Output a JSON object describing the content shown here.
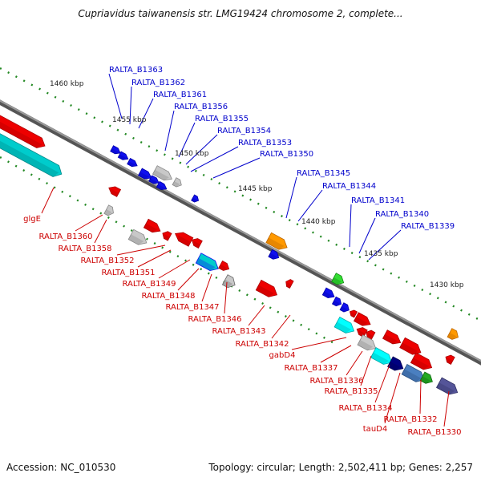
{
  "title": "Cupriavidus taiwanensis str. LMG19424 chromosome 2, complete...",
  "footer": {
    "accession": "Accession: NC_010530",
    "info": "Topology: circular; Length: 2,502,411 bp; Genes: 2,257"
  },
  "colors": {
    "backbone": "#777777",
    "forward_label": "#0000cc",
    "reverse_label": "#cc0000",
    "tick": "#228822"
  },
  "scale_labels": [
    "1460 kbp",
    "1455 kbp",
    "1450 kbp",
    "1445 kbp",
    "1440 kbp",
    "1435 kbp",
    "1430 kbp"
  ],
  "forward_gene_labels": [
    "RALTA_B1363",
    "RALTA_B1362",
    "RALTA_B1361",
    "RALTA_B1356",
    "RALTA_B1355",
    "RALTA_B1354",
    "RALTA_B1353",
    "RALTA_B1350",
    "RALTA_B1345",
    "RALTA_B1344",
    "RALTA_B1341",
    "RALTA_B1340",
    "RALTA_B1339"
  ],
  "reverse_gene_labels": [
    "glgE",
    "RALTA_B1360",
    "RALTA_B1358",
    "RALTA_B1352",
    "RALTA_B1351",
    "RALTA_B1349",
    "RALTA_B1348",
    "RALTA_B1347",
    "RALTA_B1346",
    "RALTA_B1343",
    "RALTA_B1342",
    "gabD4",
    "RALTA_B1337",
    "RALTA_B1336",
    "RALTA_B1335",
    "RALTA_B1334",
    "RALTA_B1332",
    "tauD4",
    "RALTA_B1330"
  ]
}
